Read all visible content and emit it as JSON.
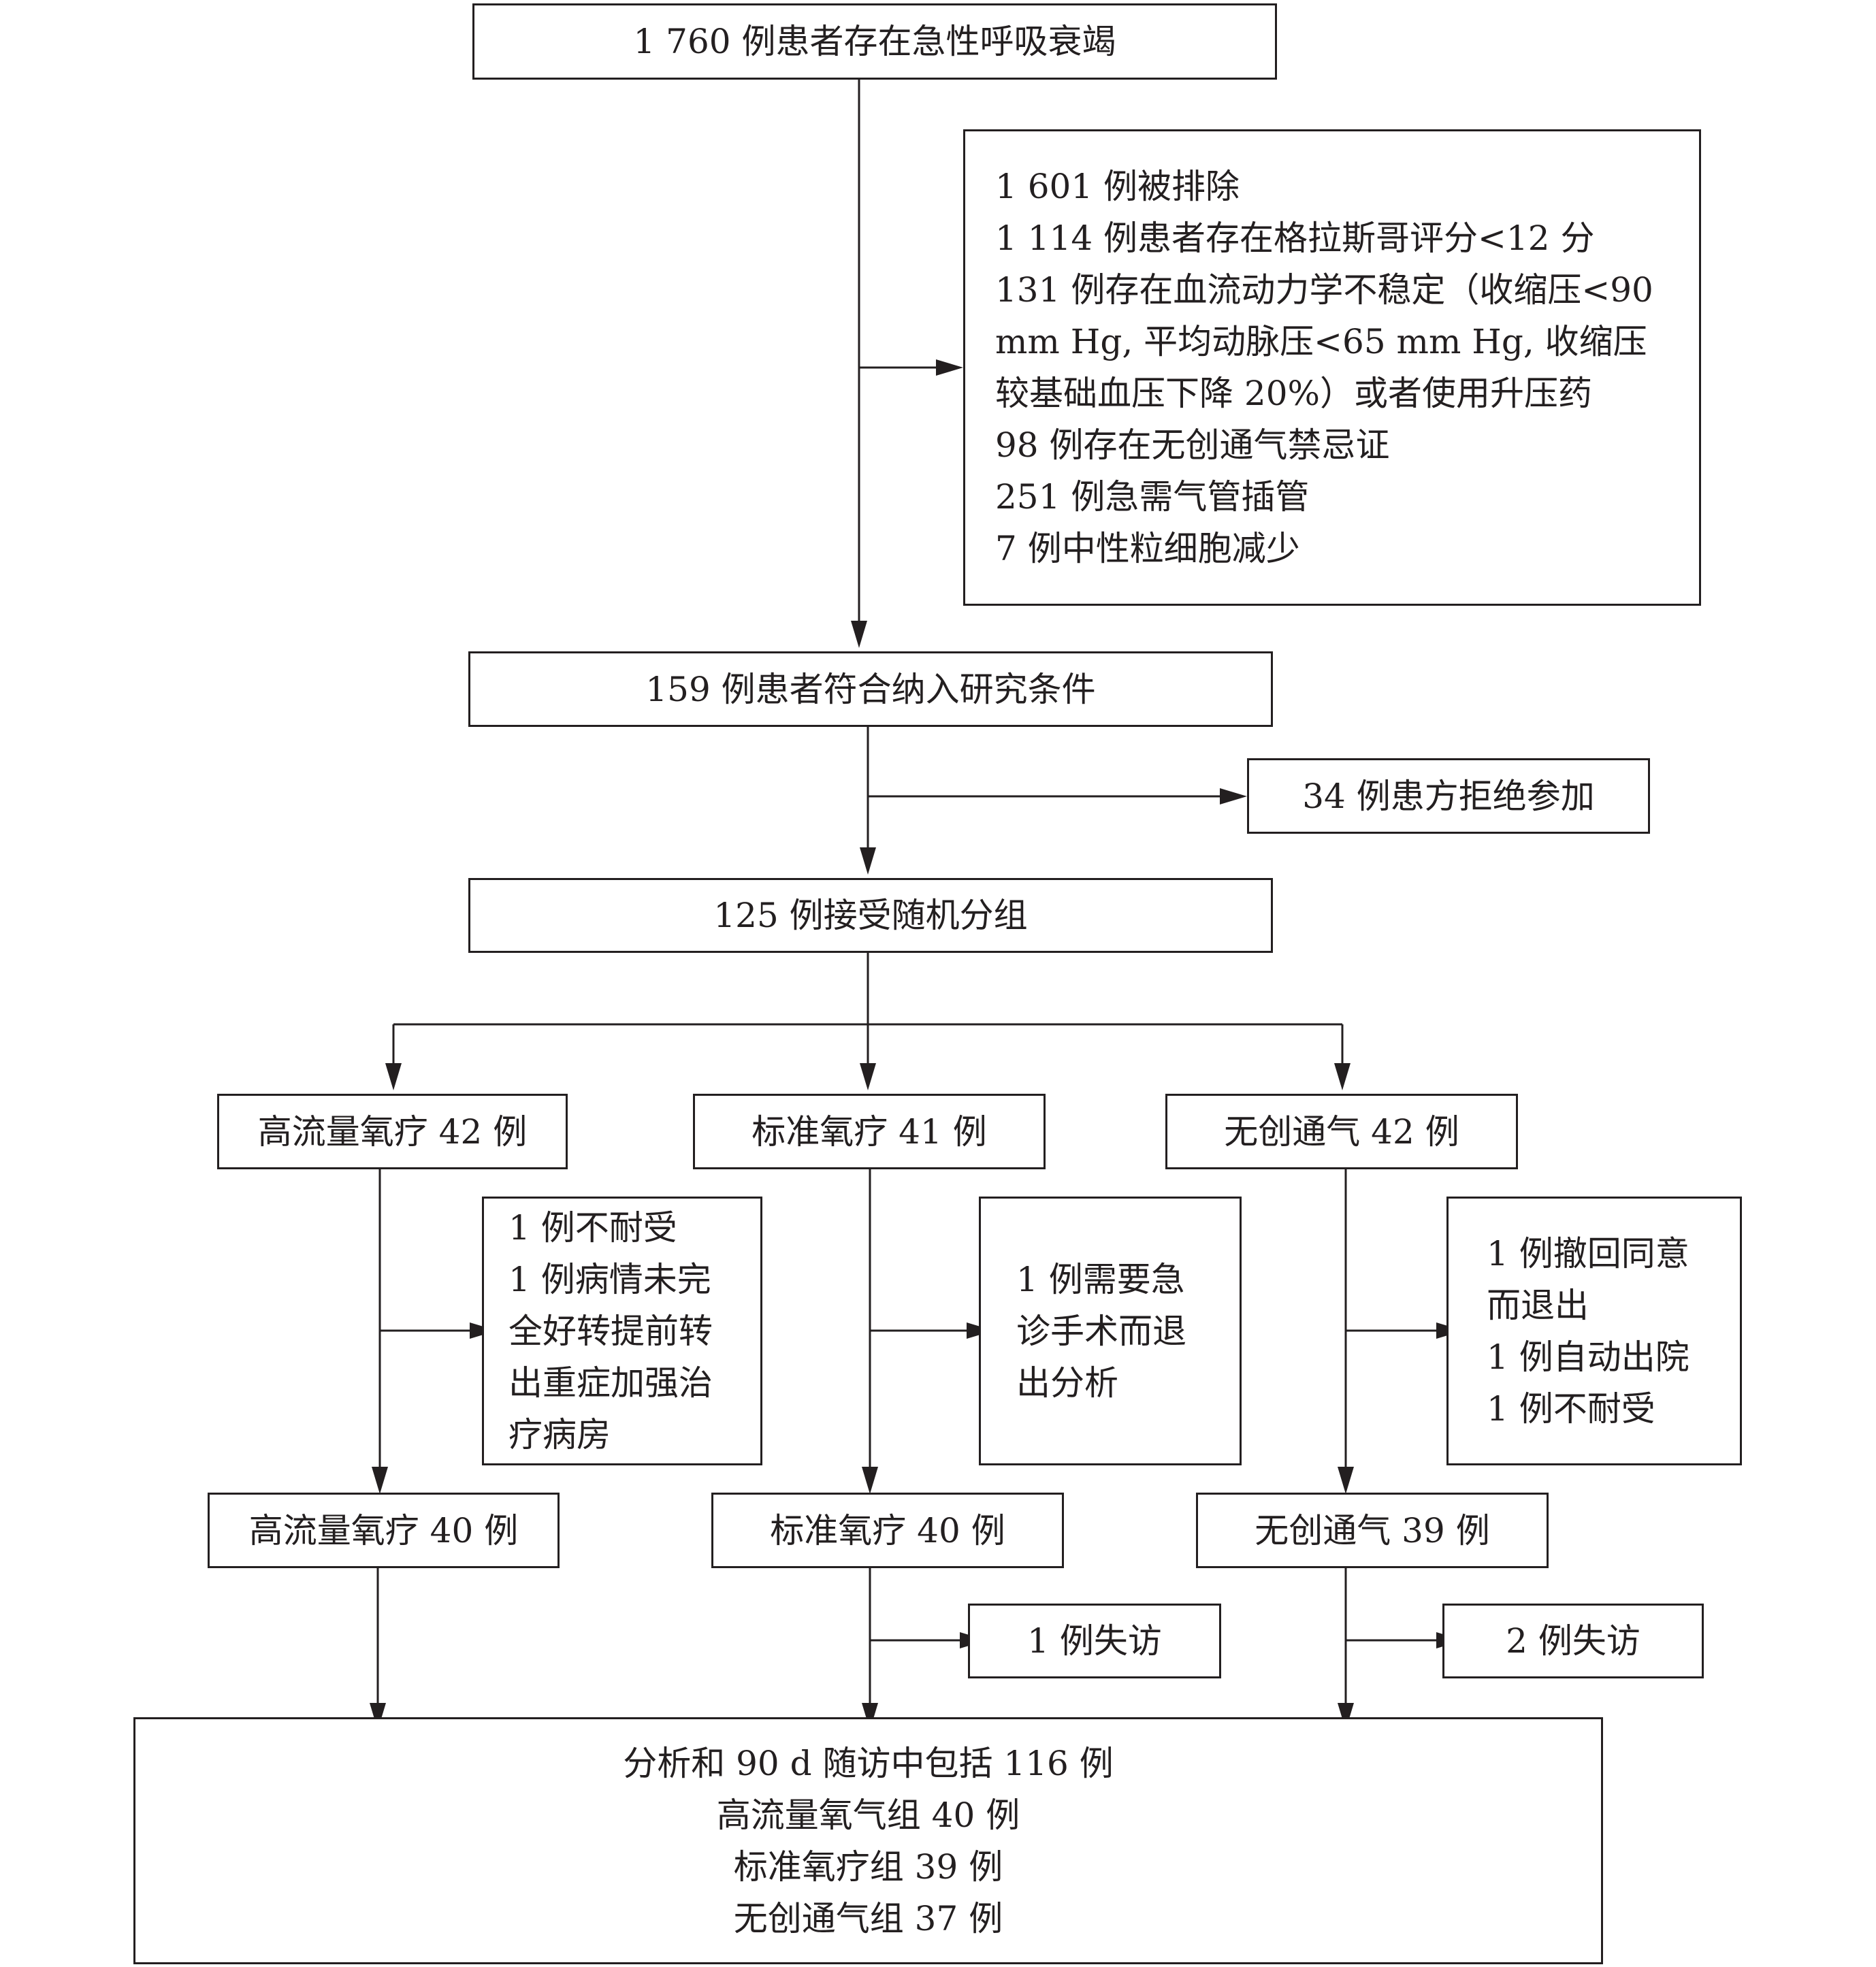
{
  "boxes": {
    "total": "1 760 例患者存在急性呼吸衰竭",
    "excluded": [
      "1 601 例被排除",
      "1 114 例患者存在格拉斯哥评分<12 分",
      "131 例存在血流动力学不稳定（收缩压<90",
      "mm Hg, 平均动脉压<65 mm Hg, 收缩压",
      "较基础血压下降 20%）或者使用升压药",
      "98 例存在无创通气禁忌证",
      "251 例急需气管插管",
      "7 例中性粒细胞减少"
    ],
    "eligible": "159 例患者符合纳入研究条件",
    "refused": "34 例患方拒绝参加",
    "randomized": "125 例接受随机分组",
    "arm_hfo": "高流量氧疗 42 例",
    "arm_std": "标准氧疗 41 例",
    "arm_niv": "无创通气 42 例",
    "drop_hfo": [
      "1 例不耐受",
      "1 例病情未完",
      "全好转提前转",
      "出重症加强治",
      "疗病房"
    ],
    "drop_std": [
      "1 例需要急",
      "诊手术而退",
      "出分析"
    ],
    "drop_niv": [
      "1 例撤回同意",
      "而退出",
      "1 例自动出院",
      "1 例不耐受"
    ],
    "after_hfo": "高流量氧疗 40 例",
    "after_std": "标准氧疗 40 例",
    "after_niv": "无创通气 39 例",
    "lost_std": "1 例失访",
    "lost_niv": "2 例失访",
    "final": [
      "分析和 90 d 随访中包括 116 例",
      "高流量氧气组 40 例",
      "标准氧疗组 39 例",
      "无创通气组 37 例"
    ]
  }
}
